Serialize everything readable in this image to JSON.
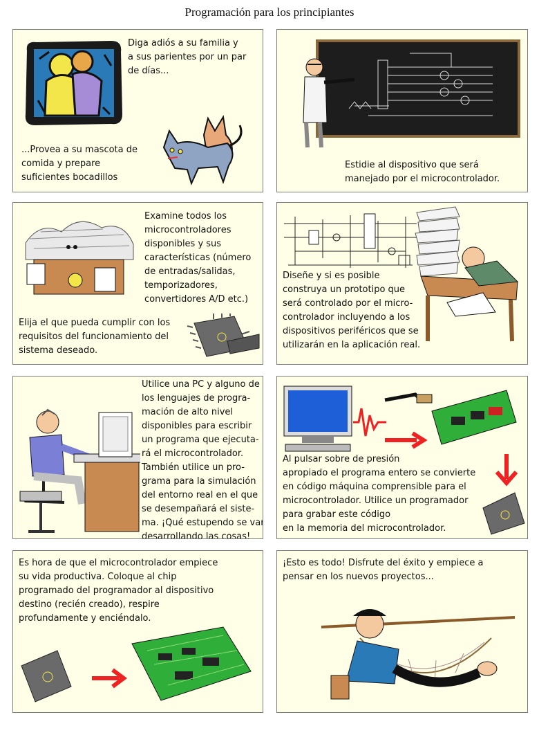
{
  "page": {
    "title": "Programación para los principiantes"
  },
  "panels": [
    {
      "id": 1,
      "text_top": [
        "Diga adiós a su familia y",
        "a sus parientes por un par",
        "de días..."
      ],
      "text_bottom": [
        "...Provea a su mascota de",
        "comida y prepare",
        "suficientes bocadillos"
      ]
    },
    {
      "id": 2,
      "text": [
        "Estidie al dispositivo que será",
        "manejado por el microcontrolador."
      ]
    },
    {
      "id": 3,
      "text_top": [
        "Examine todos los",
        "microcontroladores",
        "disponibles  y sus",
        "características (número",
        "de entradas/salidas,",
        "temporizadores,",
        "convertidores A/D etc.)"
      ],
      "text_bottom": [
        "Elija el que pueda cumplir con los",
        "requisitos del funcionamiento del",
        "sistema deseado."
      ]
    },
    {
      "id": 4,
      "text": [
        "Diseñe y si es posible",
        "construya un prototipo que",
        "será controlado por el micro-",
        "controlador incluyendo a los",
        "dispositivos periféricos que se",
        "utilizarán en la aplicación real."
      ]
    },
    {
      "id": 5,
      "text": [
        "Utilice una  PC y alguno de",
        "los lenguajes de progra-",
        "mación de alto nivel",
        "disponibles para escribir",
        "un programa que ejecuta-",
        "rá  el microcontrolador.",
        "También utilice un pro-",
        "grama para la simulación",
        "del entorno real en el que",
        "se desempañará el siste-",
        "ma. ¡Qué estupendo se van",
        "desarrollando las cosas!"
      ]
    },
    {
      "id": 6,
      "text": [
        "Al pulsar sobre de presión",
        "apropiado  el programa entero se convierte",
        "en código máquina comprensible para el",
        "microcontrolador. Utilice un programador",
        "para grabar este código",
        "en la memoria del microcontrolador."
      ]
    },
    {
      "id": 7,
      "text": [
        "Es hora de que el microcontrolador empiece",
        "su vida productiva. Coloque  al chip",
        "programado del programador al dispositivo",
        "destino  (recién creado), respire",
        "profundamente y enciéndalo."
      ]
    },
    {
      "id": 8,
      "text": [
        "¡Esto es todo! Disfrute del éxito y empiece a",
        "pensar en los nuevos proyectos..."
      ]
    }
  ]
}
